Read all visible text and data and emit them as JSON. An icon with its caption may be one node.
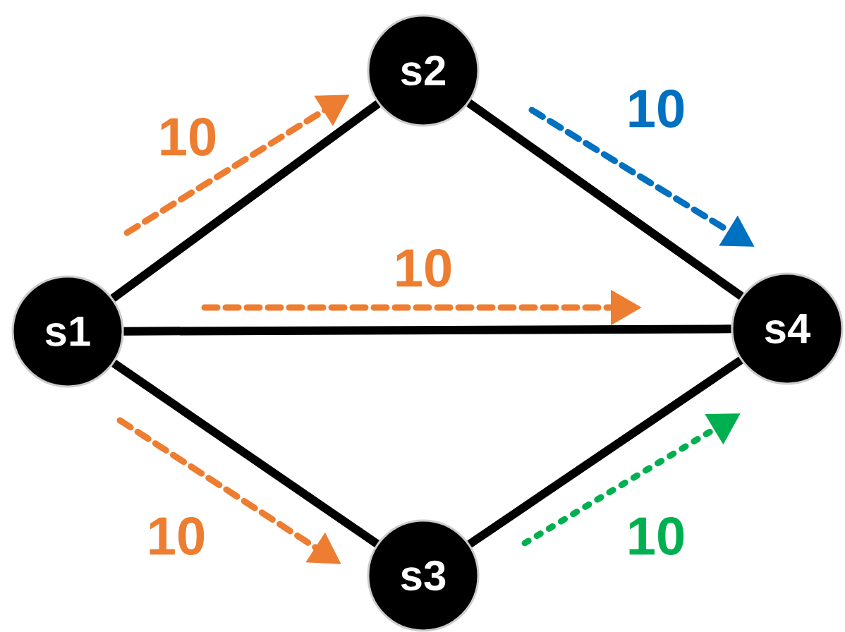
{
  "diagram": {
    "nodes": [
      {
        "text": [
          "s1"
        ]
      },
      {
        "text": [
          "s2"
        ]
      },
      {
        "text": [
          "s3"
        ]
      },
      {
        "text": [
          "s4"
        ]
      }
    ],
    "edges": [
      {
        "from": 0,
        "to": 1,
        "arrow": "none"
      },
      {
        "from": 0,
        "to": 3,
        "arrow": "none"
      },
      {
        "from": 0,
        "to": 2,
        "arrow": "none"
      },
      {
        "from": 1,
        "to": 3,
        "arrow": "none"
      },
      {
        "from": 2,
        "to": 3,
        "arrow": "none"
      }
    ],
    "labels": [
      "10",
      "10",
      "10",
      "10",
      "10"
    ]
  }
}
